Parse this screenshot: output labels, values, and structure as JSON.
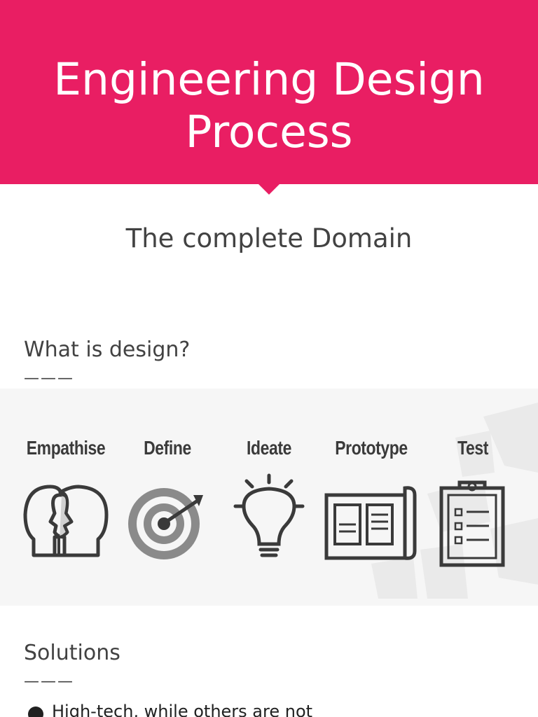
{
  "title": {
    "line1": "Engineering Design",
    "line2": "Process"
  },
  "subtitle": "The complete Domain",
  "section_design": {
    "heading": "What is design?",
    "rule": "———"
  },
  "process": {
    "steps": [
      {
        "label": "Empathise",
        "icon": "two-heads-icon"
      },
      {
        "label": "Define",
        "icon": "target-icon"
      },
      {
        "label": "Ideate",
        "icon": "light-bulb-icon"
      },
      {
        "label": "Prototype",
        "icon": "blueprint-icon"
      },
      {
        "label": "Test",
        "icon": "clipboard-icon"
      }
    ]
  },
  "section_solutions": {
    "heading": "Solutions",
    "rule": "———",
    "bullets": [
      "High-tech, while others are not"
    ]
  },
  "colors": {
    "banner": "#e91e63",
    "text": "#424242",
    "icon": "#3a3a3a",
    "graphic_bg": "#f6f6f6"
  }
}
